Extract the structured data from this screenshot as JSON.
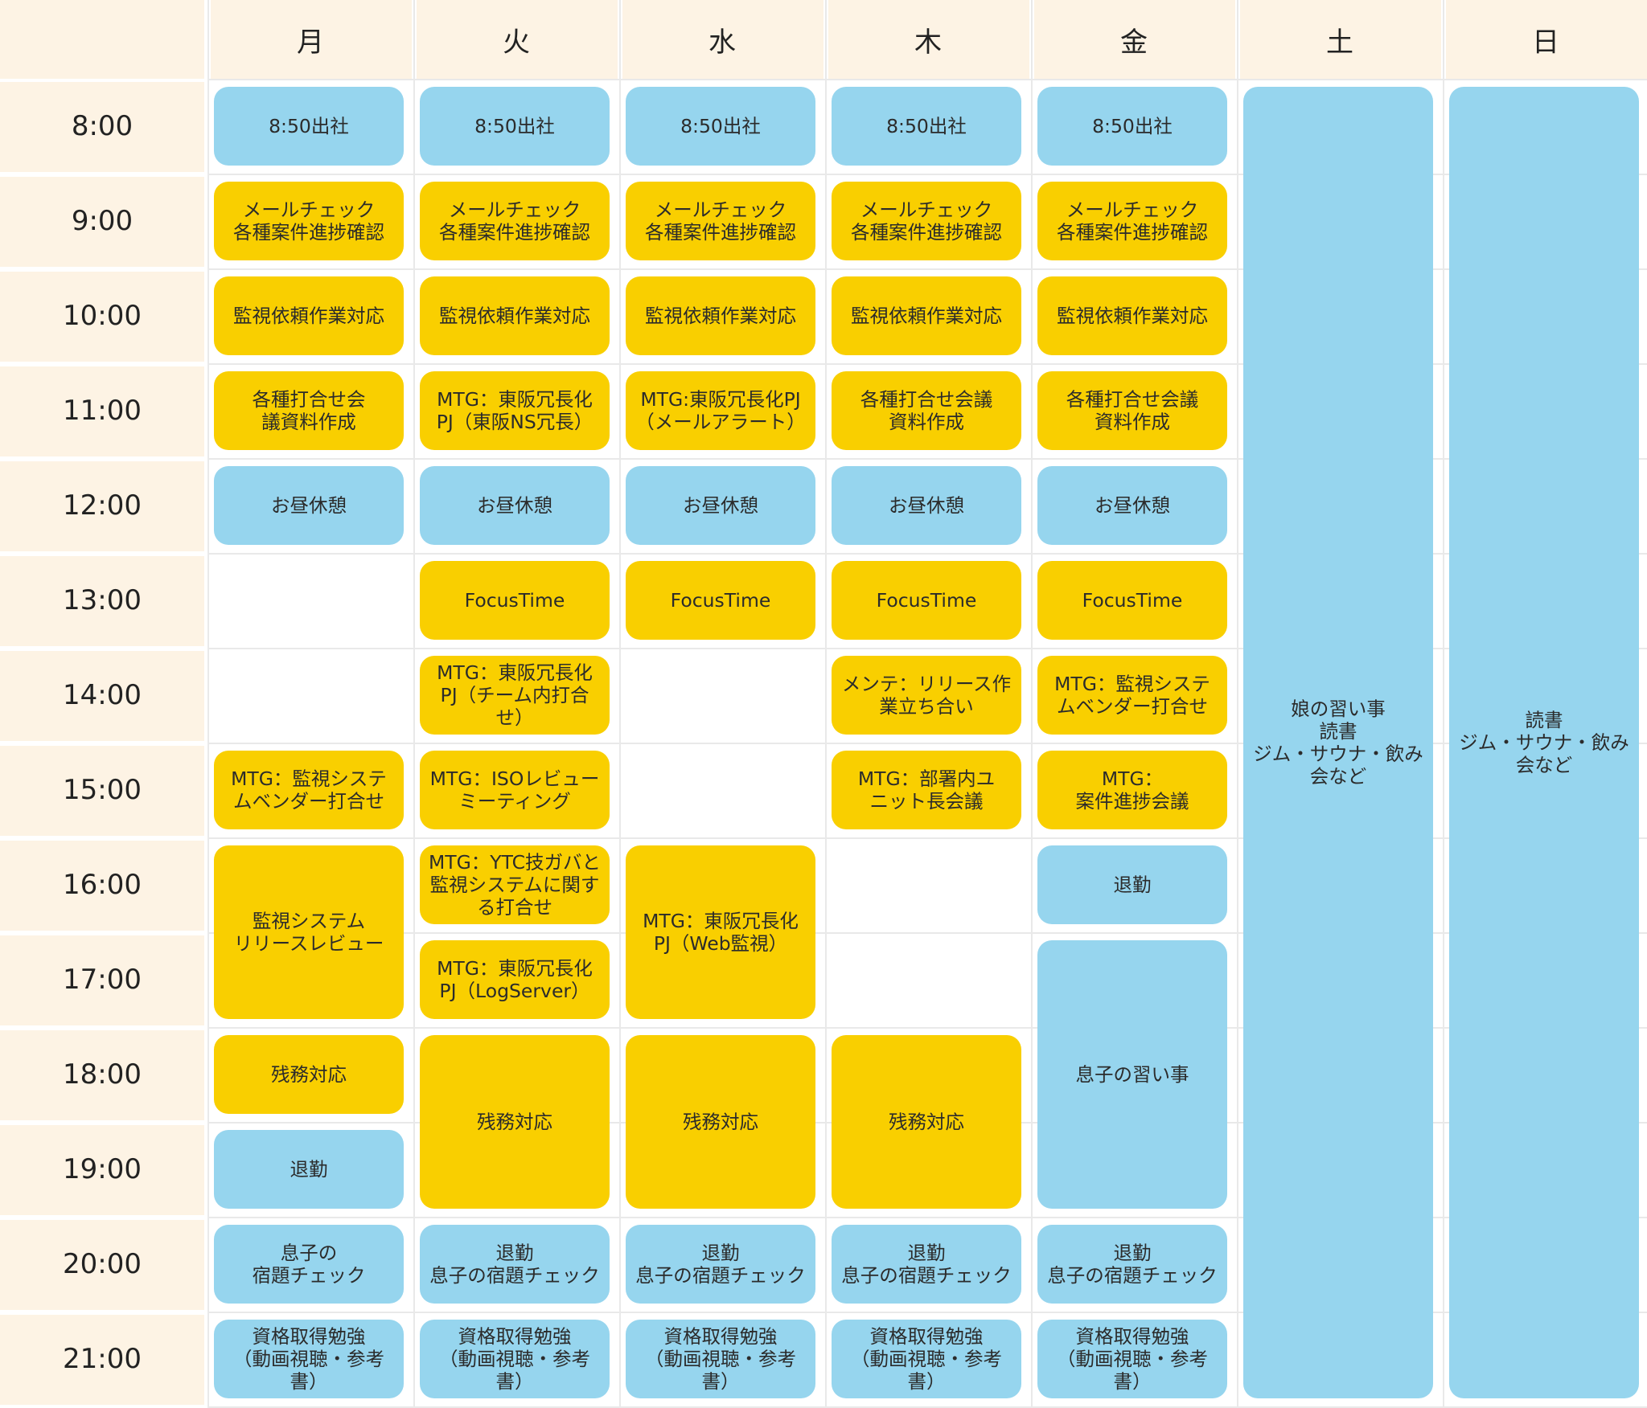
{
  "colors": {
    "blue": "#96d5ee",
    "yellow": "#f9cf00",
    "header_bg": "#fdf3e4",
    "grid": "#e9e9e9"
  },
  "days": [
    "月",
    "火",
    "水",
    "木",
    "金",
    "土",
    "日"
  ],
  "times": [
    "8:00",
    "9:00",
    "10:00",
    "11:00",
    "12:00",
    "13:00",
    "14:00",
    "15:00",
    "16:00",
    "17:00",
    "18:00",
    "19:00",
    "20:00",
    "21:00"
  ],
  "events": [
    {
      "day": 0,
      "start": 0,
      "end": 1,
      "color": "blue",
      "label": "8:50出社"
    },
    {
      "day": 0,
      "start": 1,
      "end": 2,
      "color": "yellow",
      "label": "メールチェック\n各種案件進捗確認"
    },
    {
      "day": 0,
      "start": 2,
      "end": 3,
      "color": "yellow",
      "label": "監視依頼作業対応"
    },
    {
      "day": 0,
      "start": 3,
      "end": 4,
      "color": "yellow",
      "label": "各種打合せ会\n議資料作成"
    },
    {
      "day": 0,
      "start": 4,
      "end": 5,
      "color": "blue",
      "label": "お昼休憩"
    },
    {
      "day": 0,
      "start": 7,
      "end": 8,
      "color": "yellow",
      "label": "MTG：監視システ\nムベンダー打合せ"
    },
    {
      "day": 0,
      "start": 8,
      "end": 10,
      "color": "yellow",
      "label": "監視システム\nリリースレビュー"
    },
    {
      "day": 0,
      "start": 10,
      "end": 11,
      "color": "yellow",
      "label": "残務対応"
    },
    {
      "day": 0,
      "start": 11,
      "end": 12,
      "color": "blue",
      "label": "退勤"
    },
    {
      "day": 0,
      "start": 12,
      "end": 13,
      "color": "blue",
      "label": "息子の\n宿題チェック"
    },
    {
      "day": 0,
      "start": 13,
      "end": 14,
      "color": "blue",
      "label": "資格取得勉強\n（動画視聴・参考\n書）"
    },
    {
      "day": 1,
      "start": 0,
      "end": 1,
      "color": "blue",
      "label": "8:50出社"
    },
    {
      "day": 1,
      "start": 1,
      "end": 2,
      "color": "yellow",
      "label": "メールチェック\n各種案件進捗確認"
    },
    {
      "day": 1,
      "start": 2,
      "end": 3,
      "color": "yellow",
      "label": "監視依頼作業対応"
    },
    {
      "day": 1,
      "start": 3,
      "end": 4,
      "color": "yellow",
      "label": "MTG：東阪冗長化\nPJ（東阪NS冗長）"
    },
    {
      "day": 1,
      "start": 4,
      "end": 5,
      "color": "blue",
      "label": "お昼休憩"
    },
    {
      "day": 1,
      "start": 5,
      "end": 6,
      "color": "yellow",
      "label": "FocusTime"
    },
    {
      "day": 1,
      "start": 6,
      "end": 7,
      "color": "yellow",
      "label": "MTG：東阪冗長化\nPJ（チーム内打合\nせ）"
    },
    {
      "day": 1,
      "start": 7,
      "end": 8,
      "color": "yellow",
      "label": "MTG：ISOレビュー\nミーティング"
    },
    {
      "day": 1,
      "start": 8,
      "end": 9,
      "color": "yellow",
      "label": "MTG：YTC技ガバと\n監視システムに関す\nる打合せ"
    },
    {
      "day": 1,
      "start": 9,
      "end": 10,
      "color": "yellow",
      "label": "MTG：東阪冗長化\nPJ（LogServer）"
    },
    {
      "day": 1,
      "start": 10,
      "end": 12,
      "color": "yellow",
      "label": "残務対応"
    },
    {
      "day": 1,
      "start": 12,
      "end": 13,
      "color": "blue",
      "label": "退勤\n息子の宿題チェック"
    },
    {
      "day": 1,
      "start": 13,
      "end": 14,
      "color": "blue",
      "label": "資格取得勉強\n（動画視聴・参考\n書）"
    },
    {
      "day": 2,
      "start": 0,
      "end": 1,
      "color": "blue",
      "label": "8:50出社"
    },
    {
      "day": 2,
      "start": 1,
      "end": 2,
      "color": "yellow",
      "label": "メールチェック\n各種案件進捗確認"
    },
    {
      "day": 2,
      "start": 2,
      "end": 3,
      "color": "yellow",
      "label": "監視依頼作業対応"
    },
    {
      "day": 2,
      "start": 3,
      "end": 4,
      "color": "yellow",
      "label": "MTG:東阪冗長化PJ\n（メールアラート）"
    },
    {
      "day": 2,
      "start": 4,
      "end": 5,
      "color": "blue",
      "label": "お昼休憩"
    },
    {
      "day": 2,
      "start": 5,
      "end": 6,
      "color": "yellow",
      "label": "FocusTime"
    },
    {
      "day": 2,
      "start": 8,
      "end": 10,
      "color": "yellow",
      "label": "MTG：東阪冗長化\nPJ（Web監視）"
    },
    {
      "day": 2,
      "start": 10,
      "end": 12,
      "color": "yellow",
      "label": "残務対応"
    },
    {
      "day": 2,
      "start": 12,
      "end": 13,
      "color": "blue",
      "label": "退勤\n息子の宿題チェック"
    },
    {
      "day": 2,
      "start": 13,
      "end": 14,
      "color": "blue",
      "label": "資格取得勉強\n（動画視聴・参考\n書）"
    },
    {
      "day": 3,
      "start": 0,
      "end": 1,
      "color": "blue",
      "label": "8:50出社"
    },
    {
      "day": 3,
      "start": 1,
      "end": 2,
      "color": "yellow",
      "label": "メールチェック\n各種案件進捗確認"
    },
    {
      "day": 3,
      "start": 2,
      "end": 3,
      "color": "yellow",
      "label": "監視依頼作業対応"
    },
    {
      "day": 3,
      "start": 3,
      "end": 4,
      "color": "yellow",
      "label": "各種打合せ会議\n資料作成"
    },
    {
      "day": 3,
      "start": 4,
      "end": 5,
      "color": "blue",
      "label": "お昼休憩"
    },
    {
      "day": 3,
      "start": 5,
      "end": 6,
      "color": "yellow",
      "label": "FocusTime"
    },
    {
      "day": 3,
      "start": 6,
      "end": 7,
      "color": "yellow",
      "label": "メンテ：リリース作\n業立ち合い"
    },
    {
      "day": 3,
      "start": 7,
      "end": 8,
      "color": "yellow",
      "label": "MTG：部署内ユ\nニット長会議"
    },
    {
      "day": 3,
      "start": 10,
      "end": 12,
      "color": "yellow",
      "label": "残務対応"
    },
    {
      "day": 3,
      "start": 12,
      "end": 13,
      "color": "blue",
      "label": "退勤\n息子の宿題チェック"
    },
    {
      "day": 3,
      "start": 13,
      "end": 14,
      "color": "blue",
      "label": "資格取得勉強\n（動画視聴・参考\n書）"
    },
    {
      "day": 4,
      "start": 0,
      "end": 1,
      "color": "blue",
      "label": "8:50出社"
    },
    {
      "day": 4,
      "start": 1,
      "end": 2,
      "color": "yellow",
      "label": "メールチェック\n各種案件進捗確認"
    },
    {
      "day": 4,
      "start": 2,
      "end": 3,
      "color": "yellow",
      "label": "監視依頼作業対応"
    },
    {
      "day": 4,
      "start": 3,
      "end": 4,
      "color": "yellow",
      "label": "各種打合せ会議\n資料作成"
    },
    {
      "day": 4,
      "start": 4,
      "end": 5,
      "color": "blue",
      "label": "お昼休憩"
    },
    {
      "day": 4,
      "start": 5,
      "end": 6,
      "color": "yellow",
      "label": "FocusTime"
    },
    {
      "day": 4,
      "start": 6,
      "end": 7,
      "color": "yellow",
      "label": "MTG：監視システ\nムベンダー打合せ"
    },
    {
      "day": 4,
      "start": 7,
      "end": 8,
      "color": "yellow",
      "label": "MTG：\n案件進捗会議"
    },
    {
      "day": 4,
      "start": 8,
      "end": 9,
      "color": "blue",
      "label": "退勤"
    },
    {
      "day": 4,
      "start": 9,
      "end": 12,
      "color": "blue",
      "label": "息子の習い事"
    },
    {
      "day": 4,
      "start": 12,
      "end": 13,
      "color": "blue",
      "label": "退勤\n息子の宿題チェック"
    },
    {
      "day": 4,
      "start": 13,
      "end": 14,
      "color": "blue",
      "label": "資格取得勉強\n（動画視聴・参考\n書）"
    },
    {
      "day": 5,
      "start": 0,
      "end": 14,
      "color": "blue",
      "label": "娘の習い事\n読書\nジム・サウナ・飲み\n会など"
    },
    {
      "day": 6,
      "start": 0,
      "end": 14,
      "color": "blue",
      "label": "読書\nジム・サウナ・飲み\n会など"
    }
  ]
}
